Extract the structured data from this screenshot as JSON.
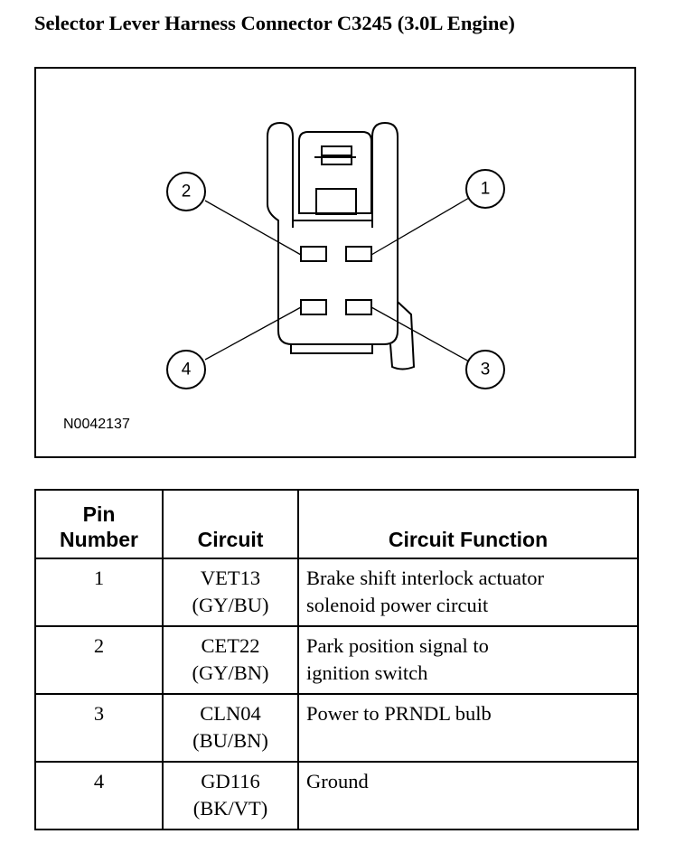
{
  "title": "Selector Lever Harness Connector C3245 (3.0L Engine)",
  "figure": {
    "id": "N0042137",
    "callouts": [
      "1",
      "2",
      "3",
      "4"
    ]
  },
  "table": {
    "headers": {
      "pin": "Pin Number",
      "circuit": "Circuit",
      "function": "Circuit Function"
    },
    "rows": [
      {
        "pin": "1",
        "circuit": [
          "VET13",
          "(GY/BU)"
        ],
        "function": [
          "Brake shift interlock actuator",
          "solenoid power circuit"
        ]
      },
      {
        "pin": "2",
        "circuit": [
          "CET22",
          "(GY/BN)"
        ],
        "function": [
          "Park position signal to",
          "ignition switch"
        ]
      },
      {
        "pin": "3",
        "circuit": [
          "CLN04",
          "(BU/BN)"
        ],
        "function": [
          "Power to PRNDL bulb"
        ]
      },
      {
        "pin": "4",
        "circuit": [
          "GD116",
          "(BK/VT)"
        ],
        "function": [
          "Ground"
        ]
      }
    ]
  }
}
